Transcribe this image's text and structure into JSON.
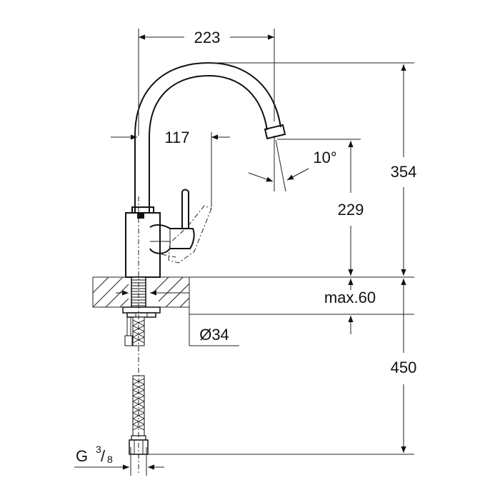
{
  "drawing": {
    "width_overall": "223",
    "spout_offset": "117",
    "spout_angle": "10°",
    "outlet_height": "229",
    "total_height": "354",
    "counter_thickness": "max.60",
    "hole_diameter": "Ø34",
    "hose_length": "450",
    "connection_prefix": "G",
    "connection_num": "3",
    "connection_den": "8"
  }
}
